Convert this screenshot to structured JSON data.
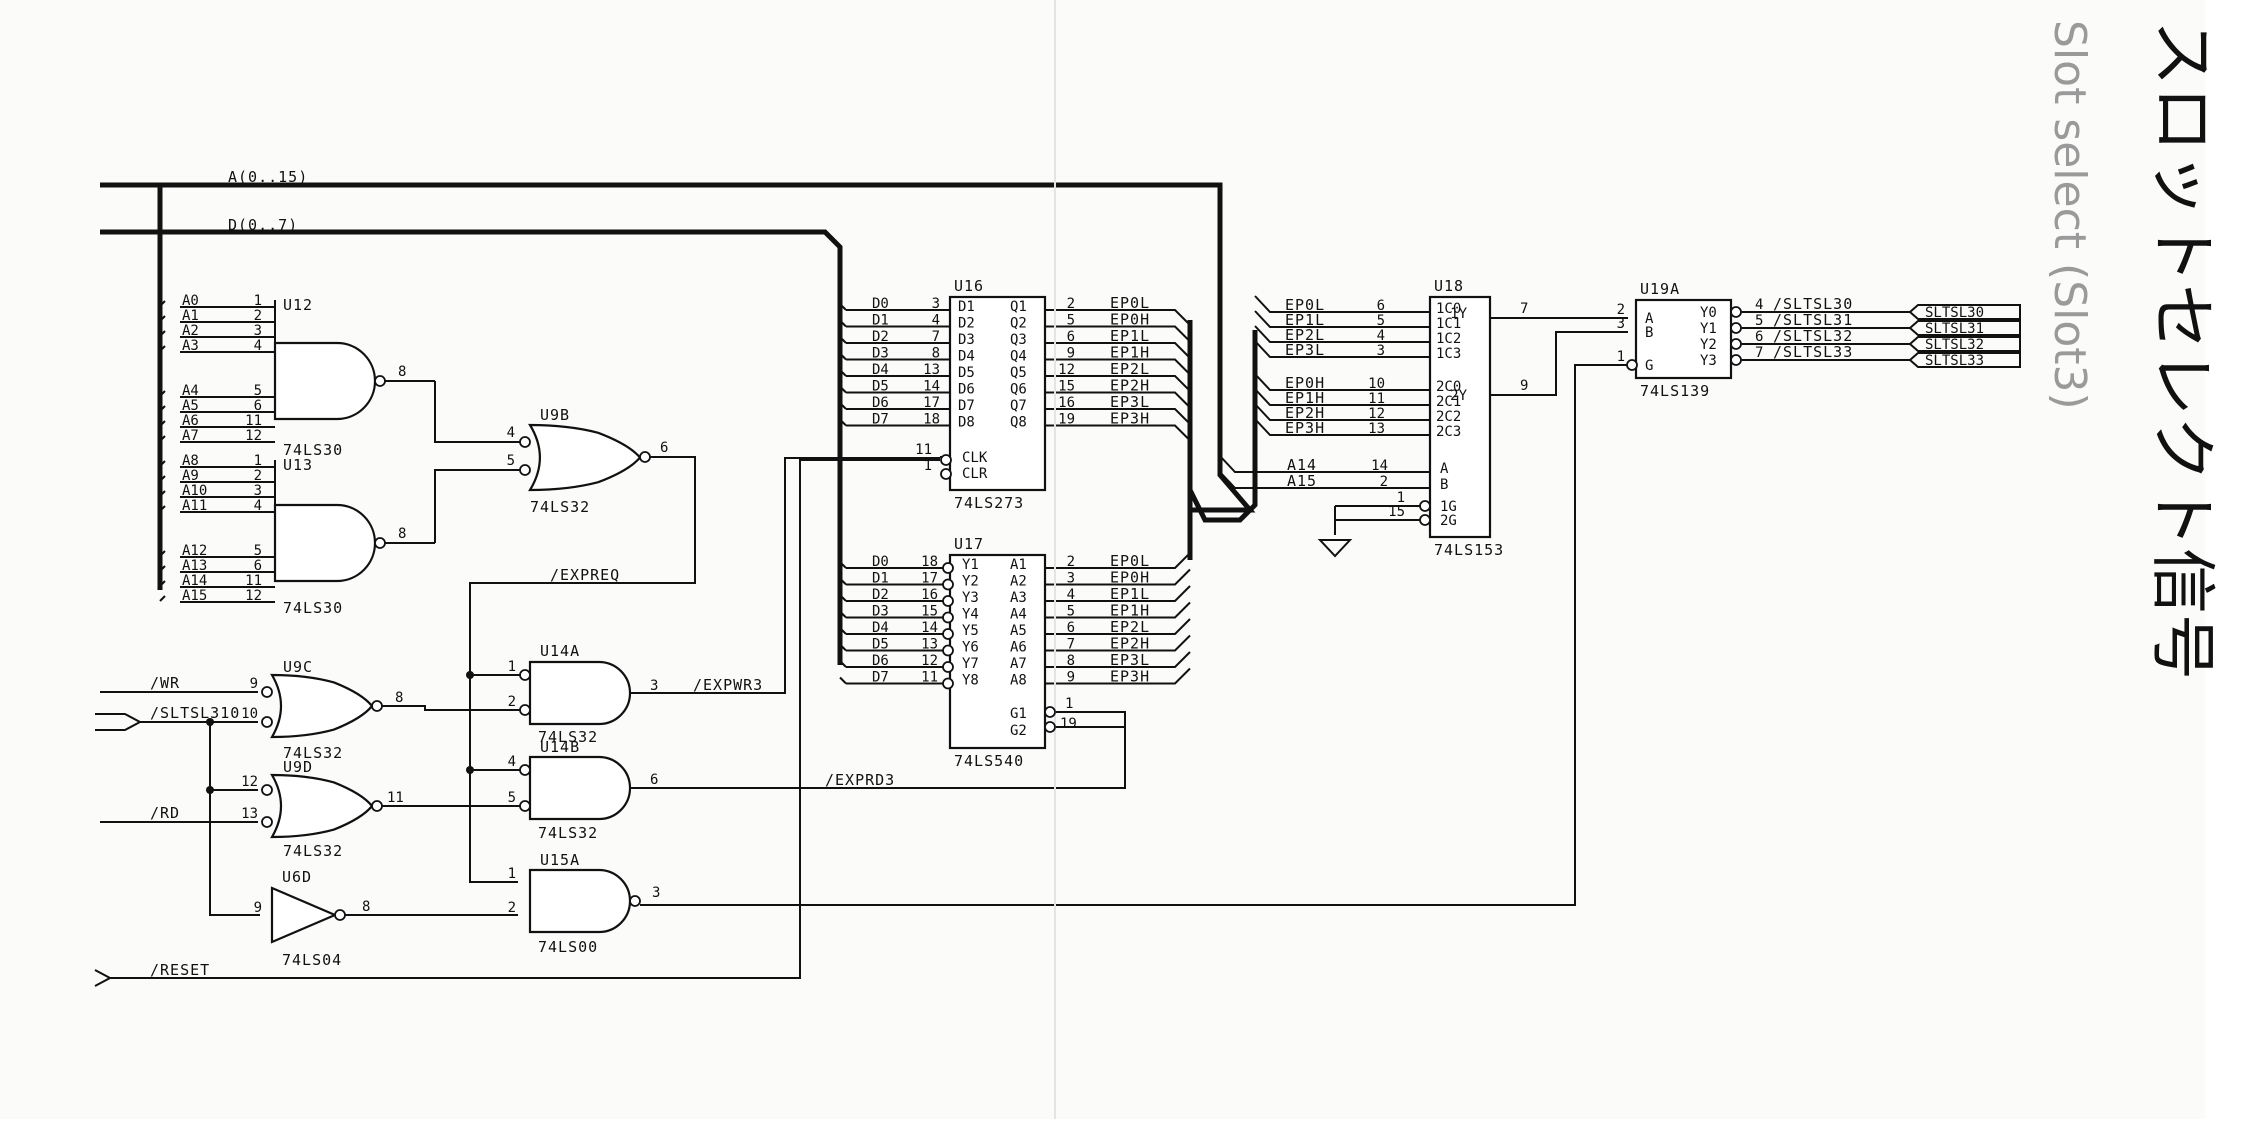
{
  "buses": {
    "addr": "A(0..15)",
    "data": "D(0..7)"
  },
  "title_jp": "スロットセレクト信号",
  "title_en": "Slot select (Slot3)",
  "addr_lines": [
    "A0",
    "A1",
    "A2",
    "A3",
    "A4",
    "A5",
    "A6",
    "A7",
    "A8",
    "A9",
    "A10",
    "A11",
    "A12",
    "A13",
    "A14",
    "A15"
  ],
  "addr_pins": [
    "1",
    "2",
    "3",
    "4",
    "5",
    "6",
    "11",
    "12",
    "1",
    "2",
    "3",
    "4",
    "5",
    "6",
    "11",
    "12"
  ],
  "data_lines": [
    "D0",
    "D1",
    "D2",
    "D3",
    "D4",
    "D5",
    "D6",
    "D7"
  ],
  "ep_nets": [
    "EP0L",
    "EP0H",
    "EP1L",
    "EP1H",
    "EP2L",
    "EP2H",
    "EP3L",
    "EP3H"
  ],
  "u16": {
    "ref": "U16",
    "part": "74LS273",
    "in_pins": [
      "3",
      "4",
      "7",
      "8",
      "13",
      "14",
      "17",
      "18"
    ],
    "in_names": [
      "D1",
      "D2",
      "D3",
      "D4",
      "D5",
      "D6",
      "D7",
      "D8"
    ],
    "out_names": [
      "Q1",
      "Q2",
      "Q3",
      "Q4",
      "Q5",
      "Q6",
      "Q7",
      "Q8"
    ],
    "out_pins": [
      "2",
      "5",
      "6",
      "9",
      "12",
      "15",
      "16",
      "19"
    ],
    "clk": "CLK",
    "clr": "CLR",
    "clk_pin": "11",
    "clr_pin": "1"
  },
  "u17": {
    "ref": "U17",
    "part": "74LS540",
    "in_pins": [
      "18",
      "17",
      "16",
      "15",
      "14",
      "13",
      "12",
      "11"
    ],
    "in_names": [
      "Y1",
      "Y2",
      "Y3",
      "Y4",
      "Y5",
      "Y6",
      "Y7",
      "Y8"
    ],
    "out_names": [
      "A1",
      "A2",
      "A3",
      "A4",
      "A5",
      "A6",
      "A7",
      "A8"
    ],
    "out_pins": [
      "2",
      "3",
      "4",
      "5",
      "6",
      "7",
      "8",
      "9"
    ],
    "g1": "G1",
    "g2": "G2",
    "g1_pin": "1",
    "g2_pin": "19"
  },
  "u18": {
    "ref": "U18",
    "part": "74LS153",
    "in_nets": [
      "EP0L",
      "EP1L",
      "EP2L",
      "EP3L",
      "EP0H",
      "EP1H",
      "EP2H",
      "EP3H"
    ],
    "in_pins": [
      "6",
      "5",
      "4",
      "3",
      "10",
      "11",
      "12",
      "13"
    ],
    "in_names": [
      "1C0",
      "1C1",
      "1C2",
      "1C3",
      "2C0",
      "2C1",
      "2C2",
      "2C3"
    ],
    "sel_nets": [
      "A14",
      "A15"
    ],
    "sel_pins": [
      "14",
      "2"
    ],
    "sel_names": [
      "A",
      "B"
    ],
    "g_names": [
      "1G",
      "2G"
    ],
    "g_pins": [
      "1",
      "15"
    ],
    "out_names": [
      "1Y",
      "2Y"
    ],
    "out_pins": [
      "7",
      "9"
    ]
  },
  "u19a": {
    "ref": "U19A",
    "part": "74LS139",
    "in_names": [
      "A",
      "B",
      "G"
    ],
    "in_pins": [
      "2",
      "3",
      "1"
    ],
    "out_names": [
      "Y0",
      "Y1",
      "Y2",
      "Y3"
    ],
    "out_pins": [
      "4",
      "5",
      "6",
      "7"
    ],
    "out_nets": [
      "/SLTSL30",
      "/SLTSL31",
      "/SLTSL32",
      "/SLTSL33"
    ],
    "ports": [
      "SLTSL30",
      "SLTSL31",
      "SLTSL32",
      "SLTSL33"
    ]
  },
  "u12": {
    "ref": "U12",
    "part": "74LS30",
    "out_pin": "8"
  },
  "u13": {
    "ref": "U13",
    "part": "74LS30",
    "out_pin": "8"
  },
  "u9b": {
    "ref": "U9B",
    "part": "74LS32",
    "in_pins": [
      "4",
      "5"
    ],
    "out_pin": "6"
  },
  "u9c": {
    "ref": "U9C",
    "part": "74LS32",
    "in_pins": [
      "9",
      "10"
    ],
    "out_pin": "8"
  },
  "u9d": {
    "ref": "U9D",
    "part": "74LS32",
    "in_pins": [
      "12",
      "13"
    ],
    "out_pin": "11"
  },
  "u14a": {
    "ref": "U14A",
    "part": "74LS32",
    "in_pins": [
      "1",
      "2"
    ],
    "out_pin": "3"
  },
  "u14b": {
    "ref": "U14B",
    "part": "74LS32",
    "in_pins": [
      "4",
      "5"
    ],
    "out_pin": "6"
  },
  "u15a": {
    "ref": "U15A",
    "part": "74LS00",
    "in_pins": [
      "1",
      "2"
    ],
    "out_pin": "3"
  },
  "u6d": {
    "ref": "U6D",
    "part": "74LS04",
    "in_pin": "9",
    "out_pin": "8"
  },
  "nets": {
    "wr": "/WR",
    "sltsl": "/SLTSL310",
    "rd": "/RD",
    "reset": "/RESET",
    "expreq": "/EXPREQ",
    "expwr": "/EXPWR3",
    "exprd": "/EXPRD3"
  }
}
